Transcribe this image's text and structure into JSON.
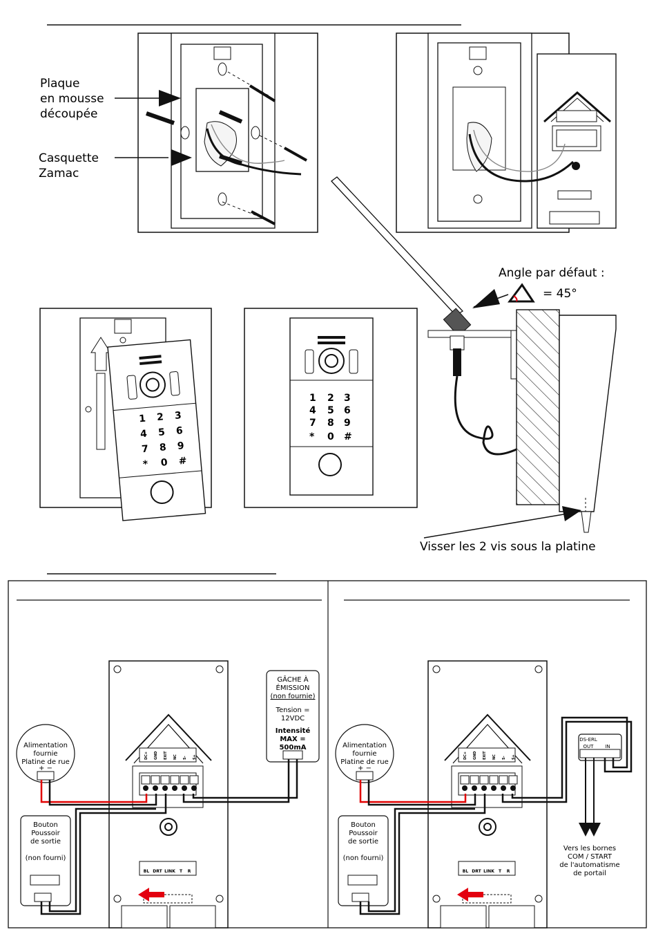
{
  "top": {
    "plaque_label_lines": [
      "Plaque",
      "en mousse",
      "découpée"
    ],
    "casquette_label_lines": [
      "Casquette",
      "Zamac"
    ],
    "angle_label": "Angle par défaut :",
    "angle_value": "= 45°",
    "screw_label": "Visser les 2 vis sous la platine"
  },
  "keypad": [
    "1",
    "2",
    "3",
    "4",
    "5",
    "6",
    "7",
    "8",
    "9",
    "*",
    "0",
    "#"
  ],
  "terminal_labels": [
    "DC+",
    "GND",
    "EXIT",
    "NC",
    "S-",
    "S+"
  ],
  "status_labels": [
    "BL",
    "DRT",
    "LINK",
    "T",
    "R"
  ],
  "left_panel": {
    "power_lines": [
      "Alimentation",
      "fournie",
      "Platine de rue"
    ],
    "power_polarity": "+ −",
    "button_lines": [
      "Bouton",
      "Poussoir",
      "de sortie"
    ],
    "button_note": "(non fourni)",
    "strike_lines": [
      "GÂCHE À",
      "ÉMISSION"
    ],
    "strike_note": "(non fournie)",
    "tension_lines": [
      "Tension =",
      "12VDC"
    ],
    "current_lines": [
      "Intensité",
      "MAX =",
      "500mA"
    ]
  },
  "right_panel": {
    "power_lines": [
      "Alimentation",
      "fournie",
      "Platine de rue"
    ],
    "power_polarity": "+ −",
    "button_lines": [
      "Bouton",
      "Poussoir",
      "de sortie"
    ],
    "button_note": "(non fourni)",
    "module_name": "DS-ERL",
    "module_out": "OUT",
    "module_in": "IN",
    "bornes_lines": [
      "Vers les bornes",
      "COM / START",
      "de l'automatisme",
      "de portail"
    ]
  },
  "colors": {
    "wire_red": "#e10000",
    "arrow_red": "#e3000f",
    "ink": "#111111"
  }
}
